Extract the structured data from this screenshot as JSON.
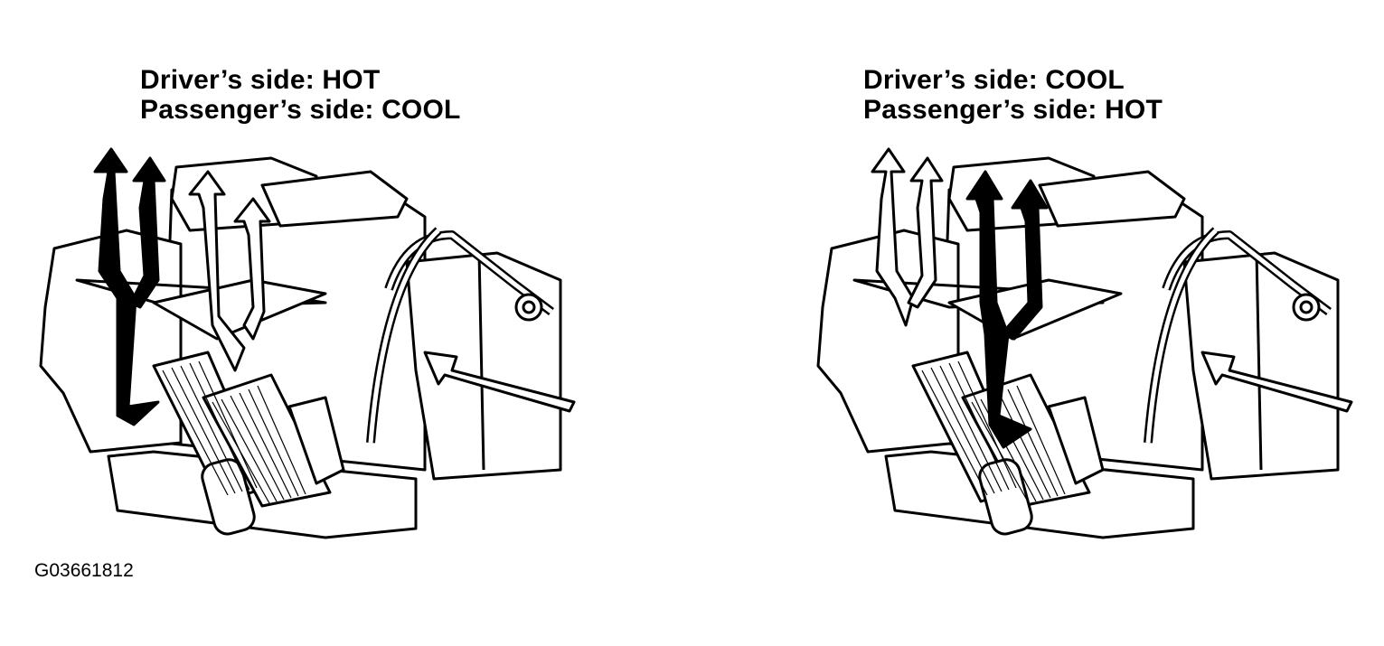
{
  "panels": [
    {
      "driver_label": "Driver’s side: HOT",
      "passenger_label": "Passenger’s side: COOL",
      "driver_arrow": "#000000",
      "passenger_arrow": "#ffffff"
    },
    {
      "driver_label": "Driver’s side: COOL",
      "passenger_label": "Passenger’s side: HOT",
      "driver_arrow": "#ffffff",
      "passenger_arrow": "#000000"
    }
  ],
  "figure_code": "G03661812",
  "colors": {
    "line": "#000000",
    "fill": "#ffffff",
    "hot": "#000000",
    "cool": "#ffffff"
  }
}
